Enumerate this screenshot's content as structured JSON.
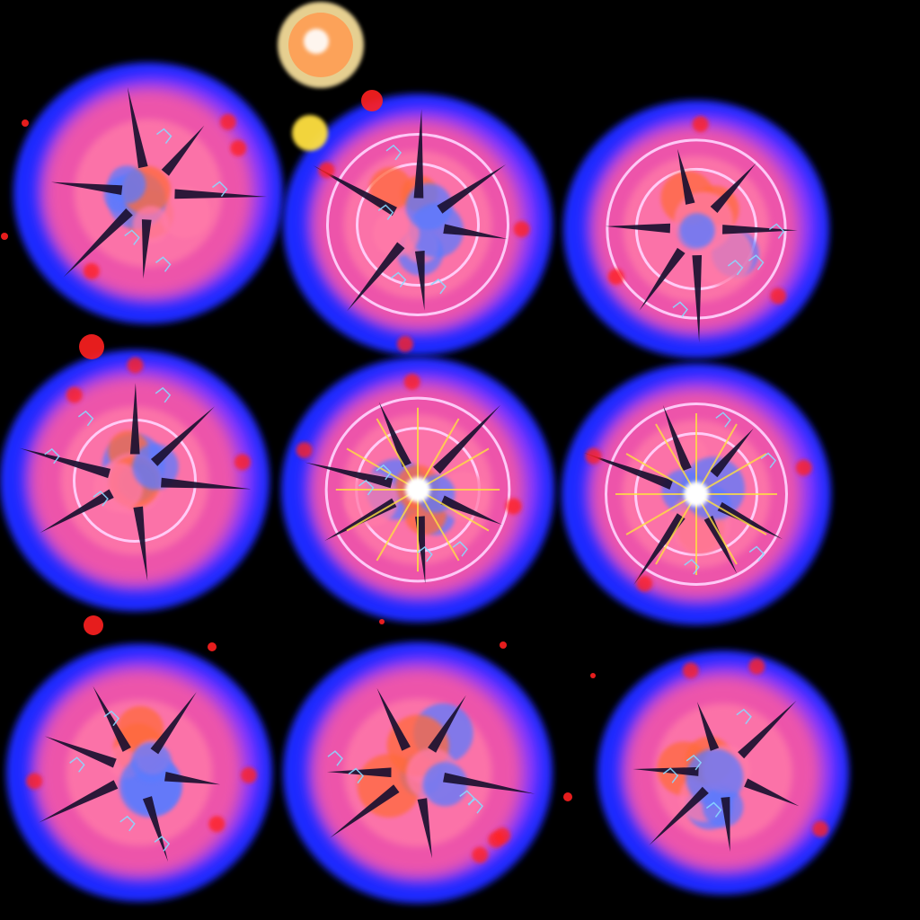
{
  "sprite_sheet": {
    "background": "#000000",
    "colors": {
      "outer_glow": "#1a2bff",
      "inner_glow": "#ff5a9c",
      "core_pink": "#ff7aa8",
      "magenta": "#e040ff",
      "spike": "#1a1030",
      "ring": "#ffd6ff",
      "smoke_blue": "#5a7aff",
      "smoke_orange": "#ff6a3a",
      "spark_yellow": "#ffe040",
      "ember_red": "#ff2020",
      "constellation": "#8ad8ff"
    },
    "frames": [
      {
        "id": 1,
        "variant": "smoke",
        "rings": 0,
        "burst": false
      },
      {
        "id": 2,
        "variant": "ring",
        "rings": 2,
        "burst": false
      },
      {
        "id": 3,
        "variant": "ring",
        "rings": 2,
        "burst": false
      },
      {
        "id": 4,
        "variant": "smoke",
        "rings": 1,
        "burst": false
      },
      {
        "id": 5,
        "variant": "ring",
        "rings": 2,
        "burst": true
      },
      {
        "id": 6,
        "variant": "ring",
        "rings": 2,
        "burst": true
      },
      {
        "id": 7,
        "variant": "smoke",
        "rings": 0,
        "burst": false
      },
      {
        "id": 8,
        "variant": "smoke",
        "rings": 0,
        "burst": false
      },
      {
        "id": 9,
        "variant": "smoke",
        "rings": 0,
        "burst": false
      }
    ]
  }
}
